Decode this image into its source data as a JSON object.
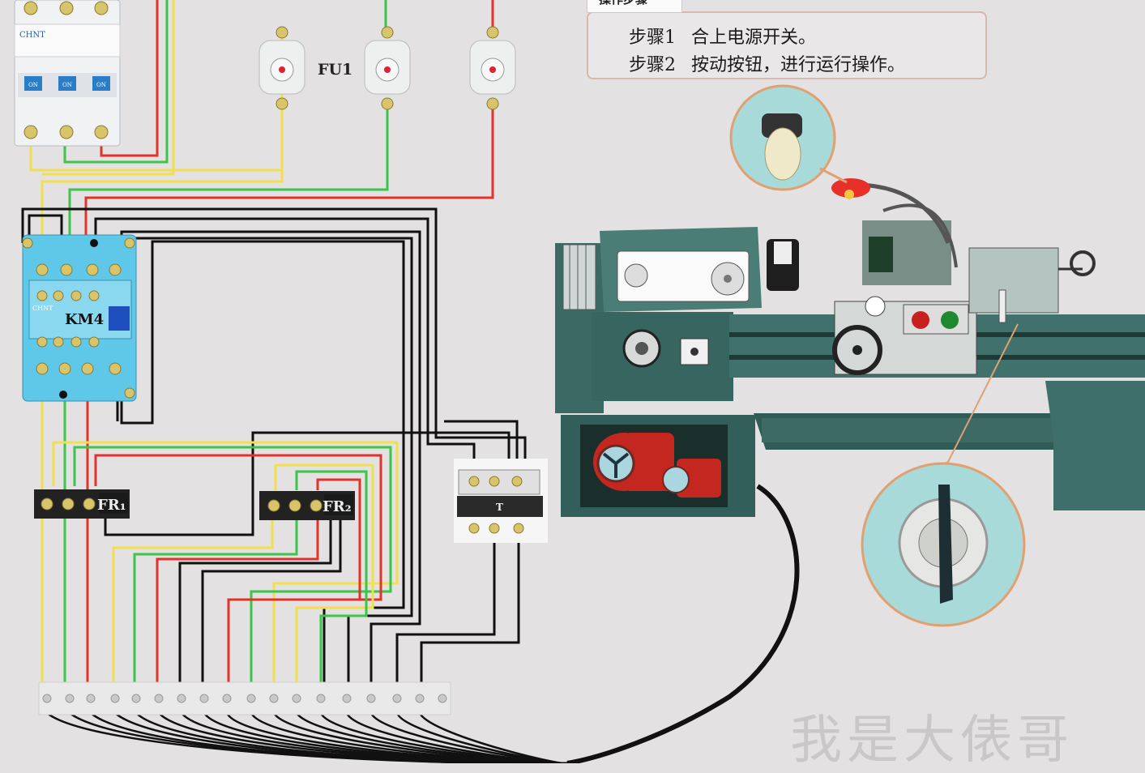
{
  "panel": {
    "tab_label": "操作步骤",
    "steps": [
      {
        "label": "步骤1",
        "text": "合上电源开关。"
      },
      {
        "label": "步骤2",
        "text": "按动按钮，进行运行操作。"
      }
    ]
  },
  "labels": {
    "fu1": "FU1",
    "km4": "KM4",
    "fr1": "FR₁",
    "fr2": "FR₂",
    "transformer": "T",
    "breaker_brand": "CHNT",
    "breaker_on": "ON",
    "contactor_brand": "CHNT"
  },
  "watermark": "我是大俵哥",
  "colors": {
    "wire_yellow": "#f0e050",
    "wire_green": "#3dc44a",
    "wire_red": "#e0342a",
    "wire_black": "#111111",
    "lathe_teal": "#3f6f6a",
    "lathe_dark": "#2c4f4b",
    "motor_red": "#c4271f",
    "contactor_blue": "#5fc8e8",
    "callout_border": "#e0a070"
  }
}
